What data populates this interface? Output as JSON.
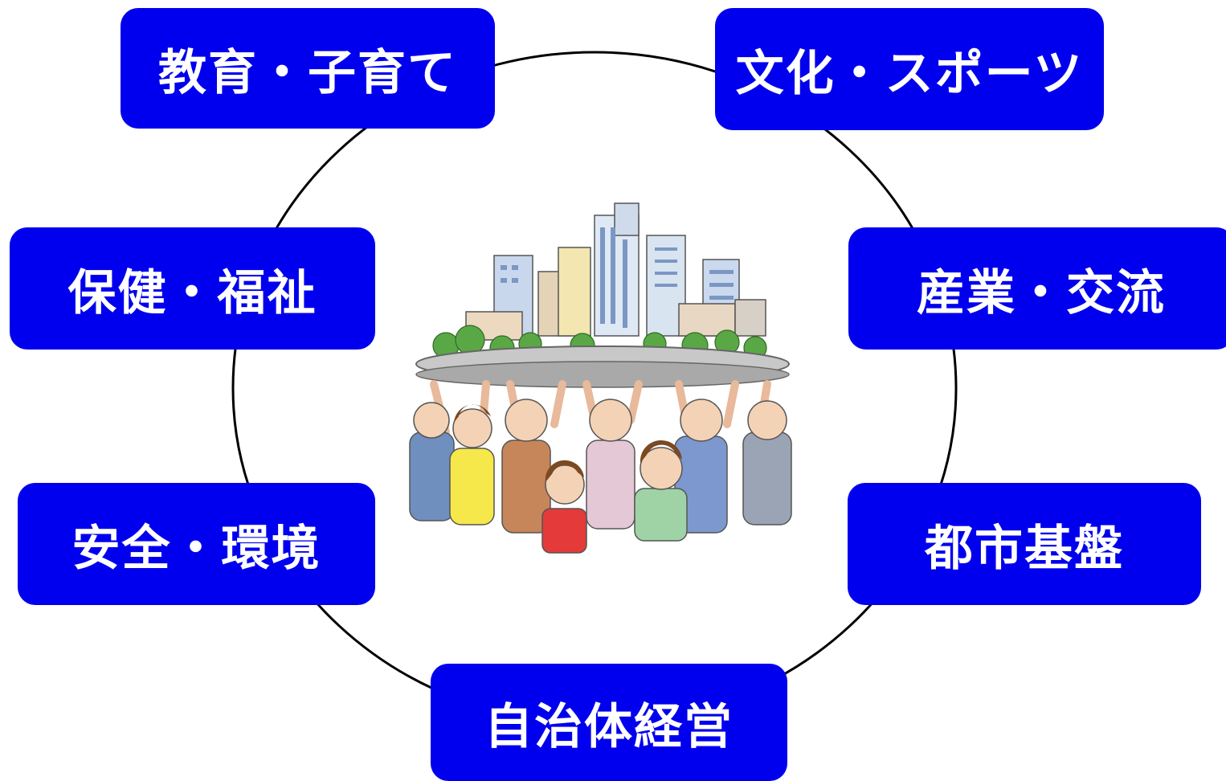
{
  "diagram": {
    "ring_color": "#000000",
    "box_color": "#0000ee",
    "label_color": "#ffffff",
    "categories": {
      "education": "教育・子育て",
      "culture": "文化・スポーツ",
      "health": "保健・福祉",
      "industry": "産業・交流",
      "safety": "安全・環境",
      "urban": "都市基盤",
      "governance": "自治体経営"
    },
    "center_image": "city-held-up-by-citizens-illustration"
  }
}
